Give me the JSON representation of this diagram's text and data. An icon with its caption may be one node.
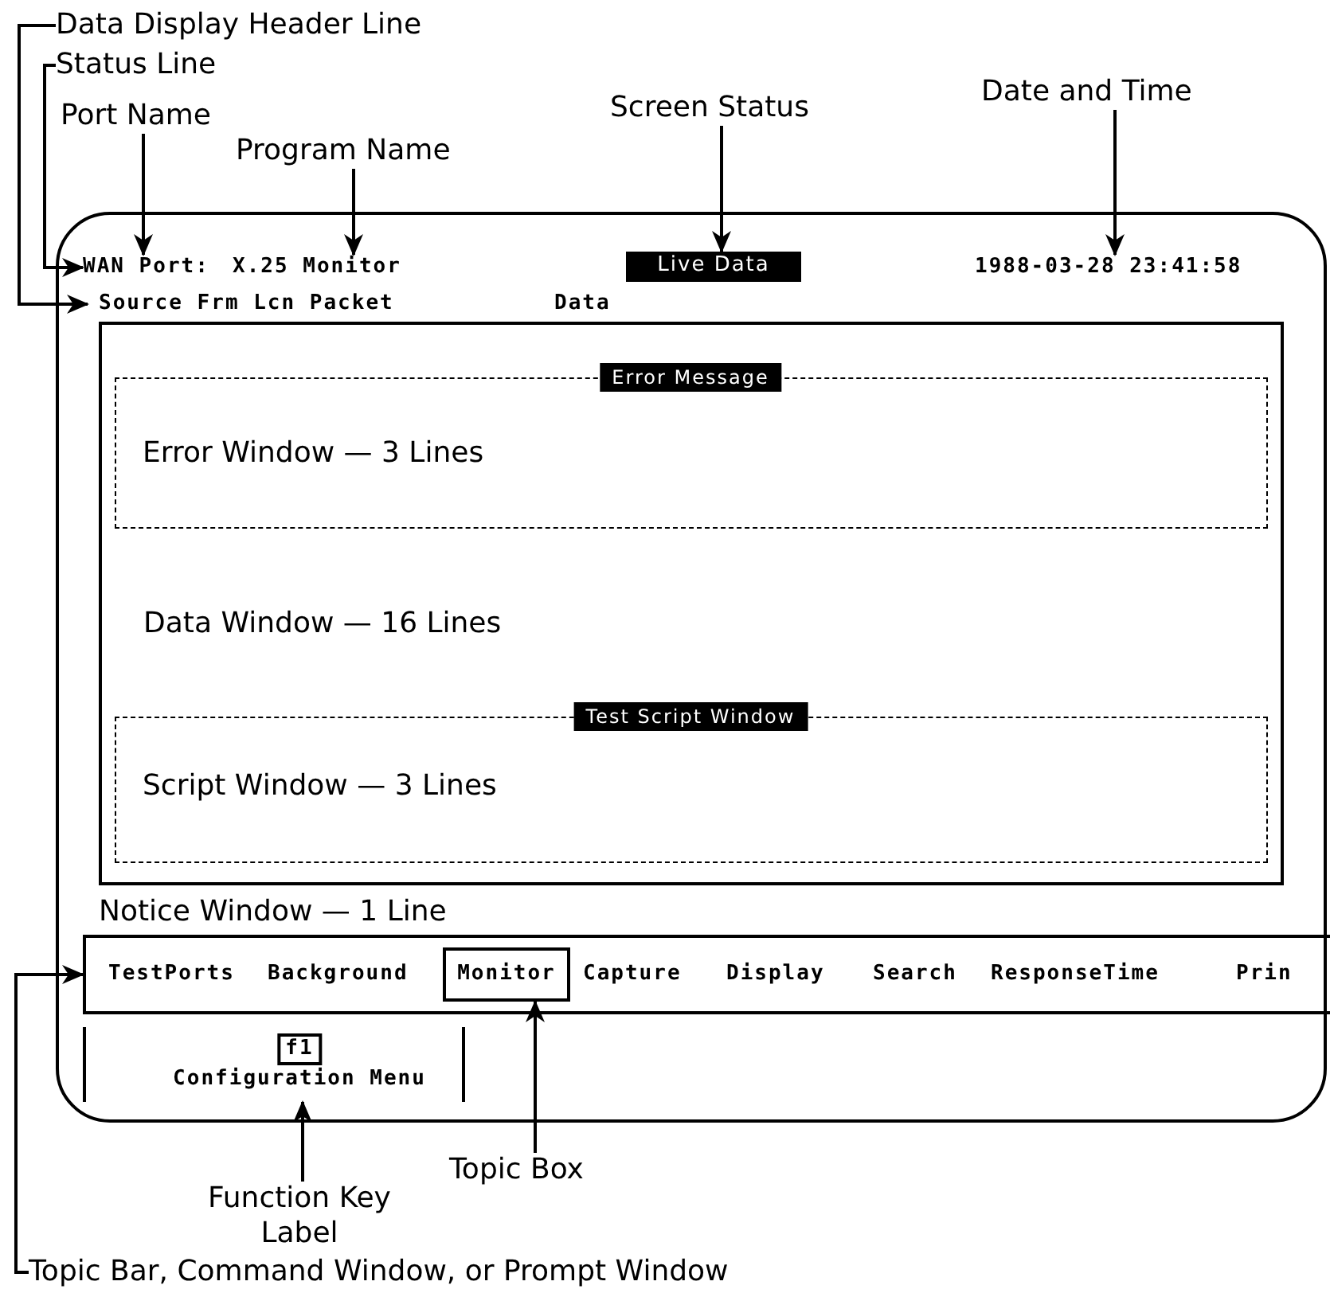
{
  "diagram": {
    "nodes": [
      {
        "text": [
          "Data Display Header Line"
        ]
      },
      {
        "text": [
          "Status Line"
        ]
      },
      {
        "text": [
          "Port Name"
        ]
      },
      {
        "text": [
          "Program Name"
        ]
      },
      {
        "text": [
          "Screen Status"
        ]
      },
      {
        "text": [
          "Date and Time"
        ]
      },
      {
        "text": [],
        "shape": "box"
      },
      {
        "text": [
          "WAN Port:"
        ],
        "in": 6
      },
      {
        "text": [
          "X.25 Monitor"
        ],
        "in": 6
      },
      {
        "text": [
          "Live Data"
        ],
        "in": 6
      },
      {
        "text": [
          "1988-03-28 23:41:58"
        ],
        "in": 6
      },
      {
        "text": [
          "Source Frm Lcn Packet",
          "Data"
        ],
        "in": 6
      },
      {
        "text": [
          "Data Window — 16 Lines"
        ],
        "in": 6
      },
      {
        "text": [
          "Error Message",
          "Error Window — 3 Lines"
        ],
        "in": 12
      },
      {
        "text": [
          "Test Script Window",
          "Script Window — 3 Lines"
        ],
        "in": 12
      },
      {
        "text": [
          "TestPorts",
          "Background",
          "Capture",
          "Display",
          "Search",
          "ResponseTime",
          "Prin"
        ],
        "in": 6
      },
      {
        "text": [
          "Monitor"
        ],
        "in": 15
      },
      {
        "text": [
          "f1",
          "Configuration Menu"
        ],
        "in": 6
      },
      {
        "text": [
          "Function Key Label"
        ]
      },
      {
        "text": [
          "Topic Box"
        ]
      },
      {
        "text": [
          "Topic Bar, Command Window, or Prompt Window"
        ]
      }
    ],
    "edges": [
      {
        "from": 0,
        "to": 11,
        "arrow": "to"
      },
      {
        "from": 1,
        "to": 7,
        "arrow": "to"
      },
      {
        "from": 2,
        "to": 7,
        "arrow": "to"
      },
      {
        "from": 3,
        "to": 8,
        "arrow": "to"
      },
      {
        "from": 4,
        "to": 9,
        "arrow": "to"
      },
      {
        "from": 5,
        "to": 10,
        "arrow": "to"
      },
      {
        "from": 18,
        "to": 17,
        "arrow": "to"
      },
      {
        "from": 19,
        "to": 16,
        "arrow": "to"
      },
      {
        "from": 20,
        "to": 15,
        "arrow": "to"
      }
    ],
    "labels": [
      "Notice Window — 1 Line"
    ]
  }
}
